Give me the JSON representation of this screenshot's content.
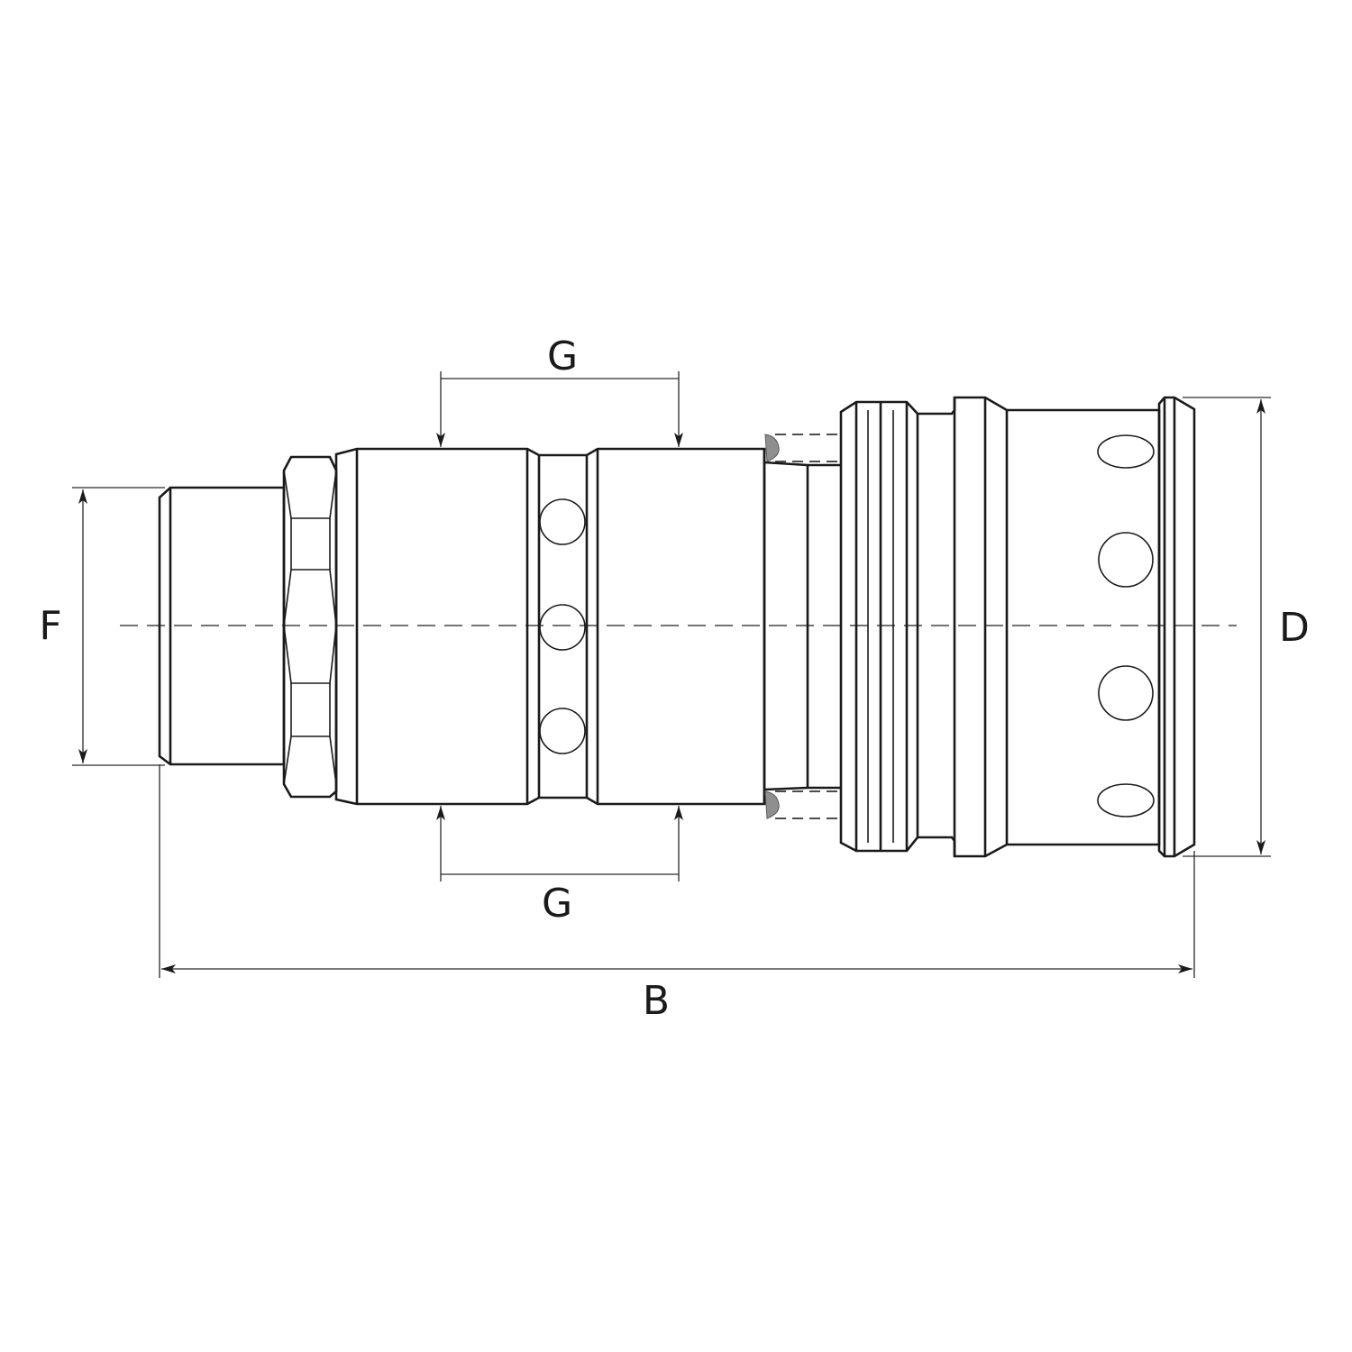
{
  "diagram": {
    "subject": "quick-release hydraulic coupling, side elevation",
    "dimension_labels": {
      "G_top": "G",
      "G_bottom": "G",
      "F": "F",
      "D": "D",
      "B": "B"
    },
    "colors": {
      "line": "#1a1a1a",
      "seal": "#8f8f8f",
      "background": "#ffffff"
    }
  }
}
